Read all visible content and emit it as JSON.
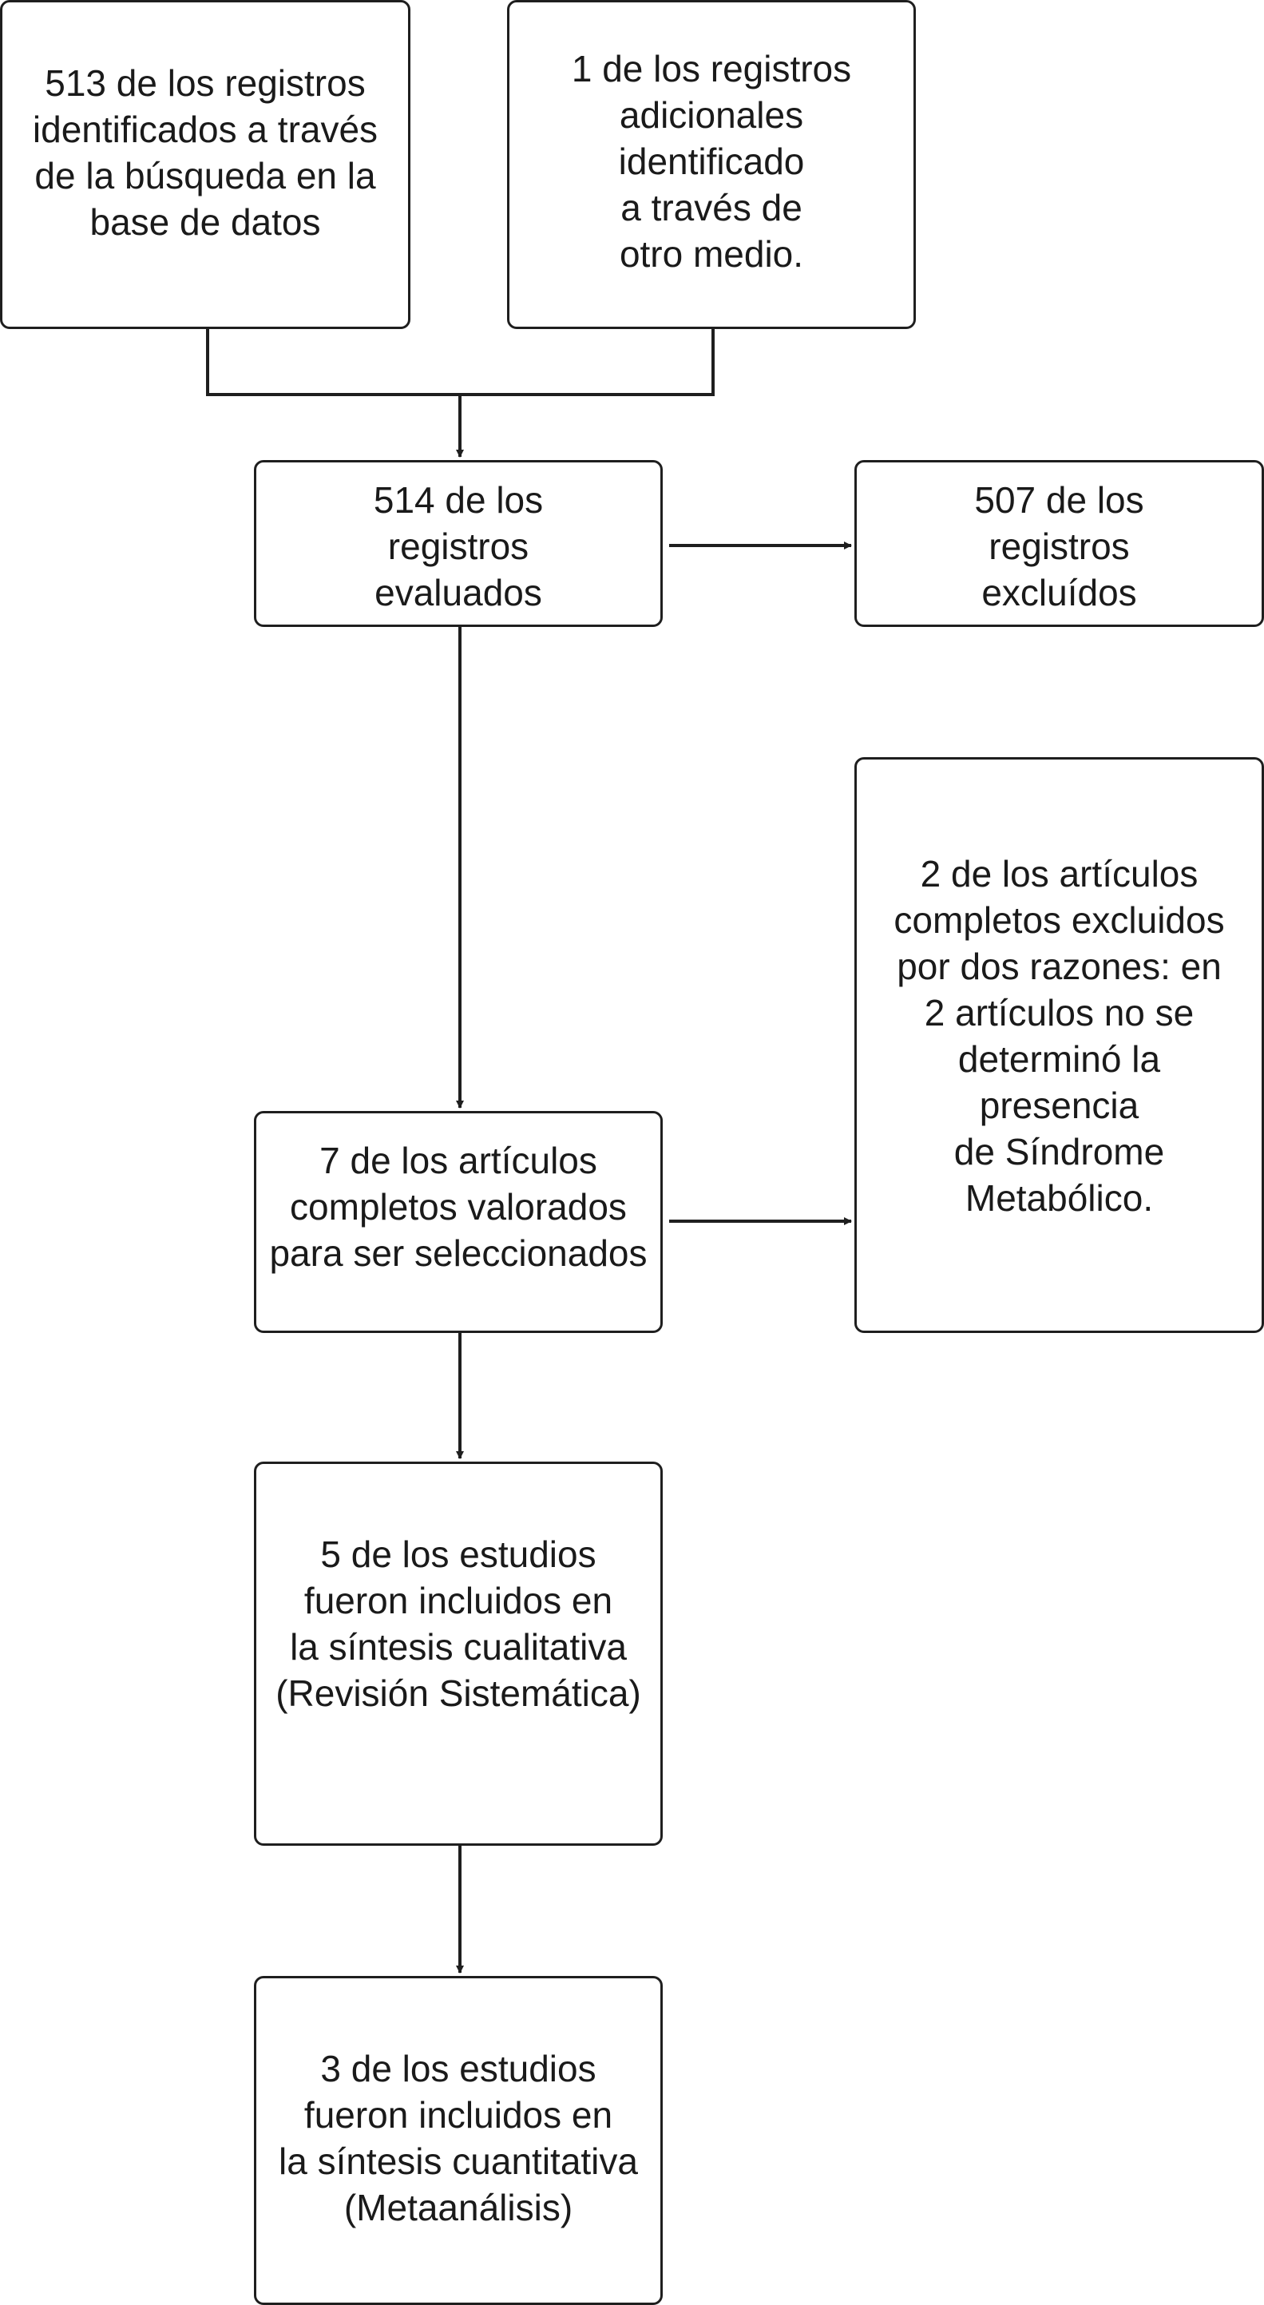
{
  "flowchart": {
    "source_db": {
      "lines": [
        "513 de los registros",
        "identificados a través",
        "de la búsqueda en la",
        "base de datos"
      ]
    },
    "source_other": {
      "lines": [
        "1 de los registros",
        "adicionales",
        "identificado",
        "a través de",
        "otro medio."
      ]
    },
    "screened": {
      "lines": [
        "514 de los",
        "registros",
        "evaluados"
      ]
    },
    "excluded": {
      "lines": [
        "507 de los",
        "registros",
        "excluídos"
      ]
    },
    "fulltext_assessed": {
      "lines": [
        "7 de los artículos",
        "completos valorados",
        "para ser seleccionados"
      ]
    },
    "fulltext_excluded": {
      "lines": [
        "2 de los artículos",
        "completos excluidos",
        "por dos razones: en",
        "2 artículos no se",
        "determinó la",
        "presencia",
        "de Síndrome",
        "Metabólico."
      ]
    },
    "qualitative": {
      "lines": [
        "5 de los estudios",
        "fueron incluidos en",
        "la síntesis cualitativa",
        "(Revisión Sistemática)"
      ]
    },
    "quantitative": {
      "lines": [
        "3 de los estudios",
        "fueron incluidos en",
        "la síntesis cuantitativa",
        "(Metaanálisis)"
      ]
    },
    "colors": {
      "stroke": "#1f1f1f",
      "background": "#ffffff",
      "text": "#1a1a1a"
    }
  }
}
